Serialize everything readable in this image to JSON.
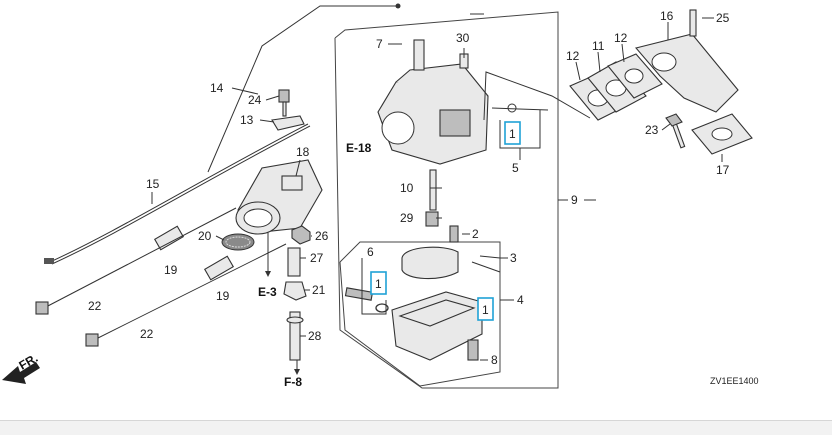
{
  "diagram_code": "ZV1EE1400",
  "direction_label": "FR.",
  "highlight_color": "#1fa2d6",
  "callouts": {
    "c1a": "1",
    "c1b": "1",
    "c1c": "1",
    "c2": "2",
    "c3": "3",
    "c4": "4",
    "c5": "5",
    "c6": "6",
    "c7": "7",
    "c8": "8",
    "c9": "9",
    "c10": "10",
    "c11": "11",
    "c12a": "12",
    "c12b": "12",
    "c13": "13",
    "c14": "14",
    "c15": "15",
    "c16": "16",
    "c17": "17",
    "c18": "18",
    "c19a": "19",
    "c19b": "19",
    "c20": "20",
    "c21": "21",
    "c22a": "22",
    "c22b": "22",
    "c23": "23",
    "c24": "24",
    "c25": "25",
    "c26": "26",
    "c27": "27",
    "c28": "28",
    "c29": "29",
    "c30": "30"
  },
  "references": {
    "e18": "E-18",
    "e3": "E-3",
    "f8": "F-8"
  }
}
